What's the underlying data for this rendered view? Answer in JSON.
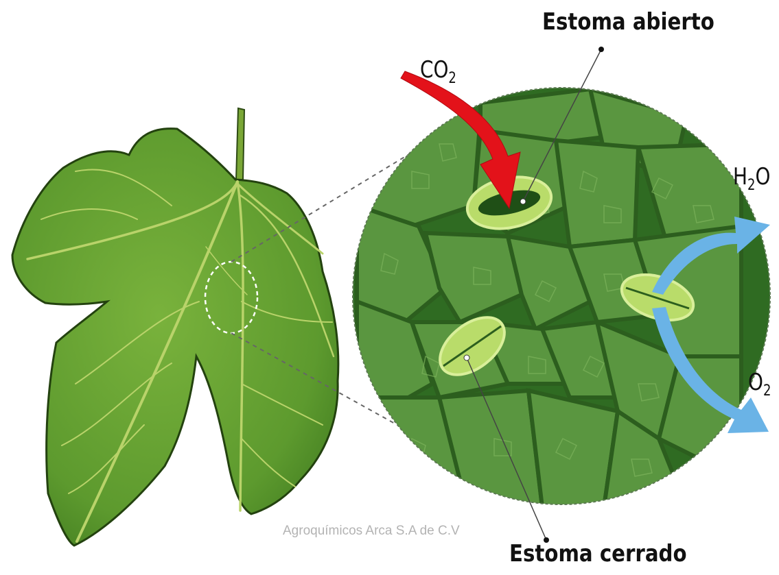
{
  "labels": {
    "open_stoma": "Estoma abierto",
    "closed_stoma": "Estoma cerrado",
    "co2_main": "CO",
    "co2_sub": "2",
    "h2o_h": "H",
    "h2o_sub": "2",
    "h2o_o": "O",
    "o2_main": "O",
    "o2_sub": "2"
  },
  "watermark": "Agroquímicos Arca S.A de C.V",
  "colors": {
    "leaf_fill": "#5d9a2e",
    "leaf_dark": "#3f7a1f",
    "leaf_vein": "#b9d36a",
    "cell_bg": "#3d7a2a",
    "cell_fill": "#5a9640",
    "cell_border": "#2c5e1e",
    "stoma_outer": "#b9dc6a",
    "stoma_inner": "#1f4f16",
    "co2_arrow": "#e3121a",
    "out_arrow": "#6ab3e6"
  }
}
